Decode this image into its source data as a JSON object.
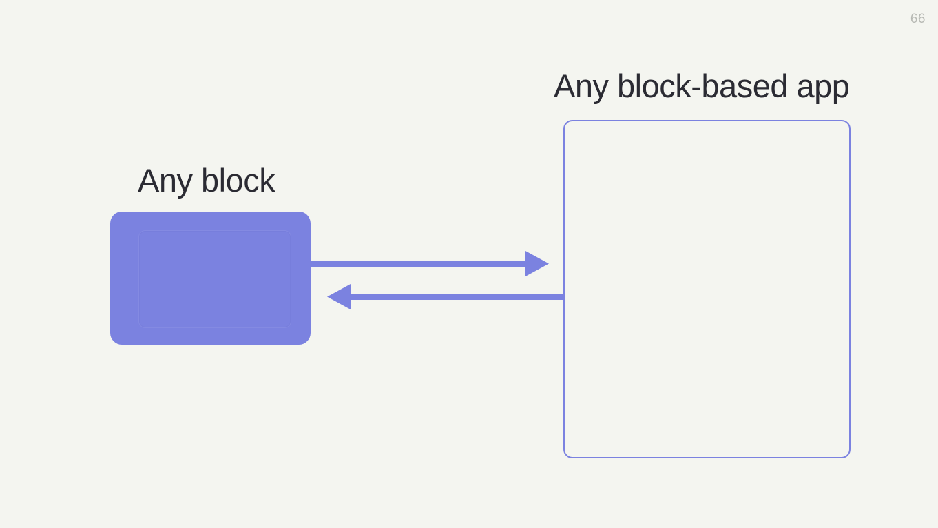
{
  "slide": {
    "page_number": "66",
    "background_color": "#f4f5f0",
    "accent_color": "#7b82e0",
    "text_color": "#2b2b33",
    "page_number_color": "#b7b9b4"
  },
  "diagram": {
    "left_node": {
      "label": "Any block",
      "type": "filled-rounded-rect",
      "fill": "#7b82e0"
    },
    "right_node": {
      "label": "Any block-based app",
      "type": "outlined-rounded-rect",
      "stroke": "#7b82e0"
    },
    "connectors": [
      {
        "name": "block-to-app-arrow",
        "direction": "right",
        "from": "left_node",
        "to": "right_node",
        "color": "#7b82e0"
      },
      {
        "name": "app-to-block-arrow",
        "direction": "left",
        "from": "right_node",
        "to": "left_node",
        "color": "#7b82e0"
      }
    ]
  }
}
